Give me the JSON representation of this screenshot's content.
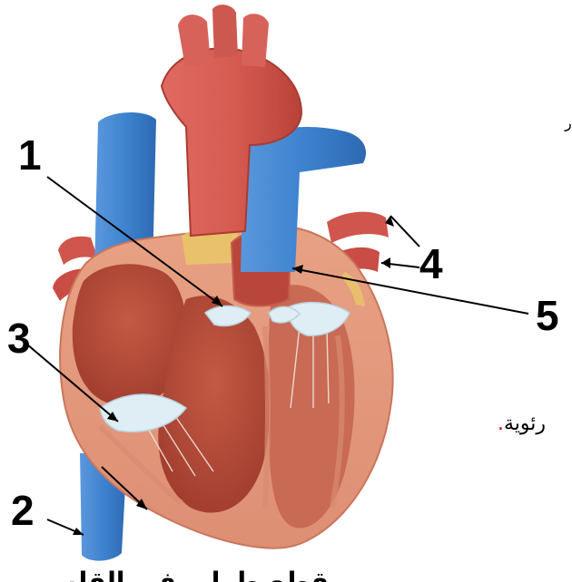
{
  "diagram": {
    "labels": {
      "l1": "1",
      "l2": "2",
      "l3": "3",
      "l4": "4",
      "l5": "5"
    },
    "side_text": {
      "fragment": "رئوية",
      "dot": ".",
      "top_fragment": "ر"
    },
    "caption": "مقطع طولي في القلب"
  },
  "colors": {
    "artery_red": "#cf5b52",
    "vein_blue": "#3e83cf",
    "muscle": "#e49a80",
    "chamber": "#b54a3a",
    "valve": "#dfeef5",
    "fat": "#e9c766"
  }
}
